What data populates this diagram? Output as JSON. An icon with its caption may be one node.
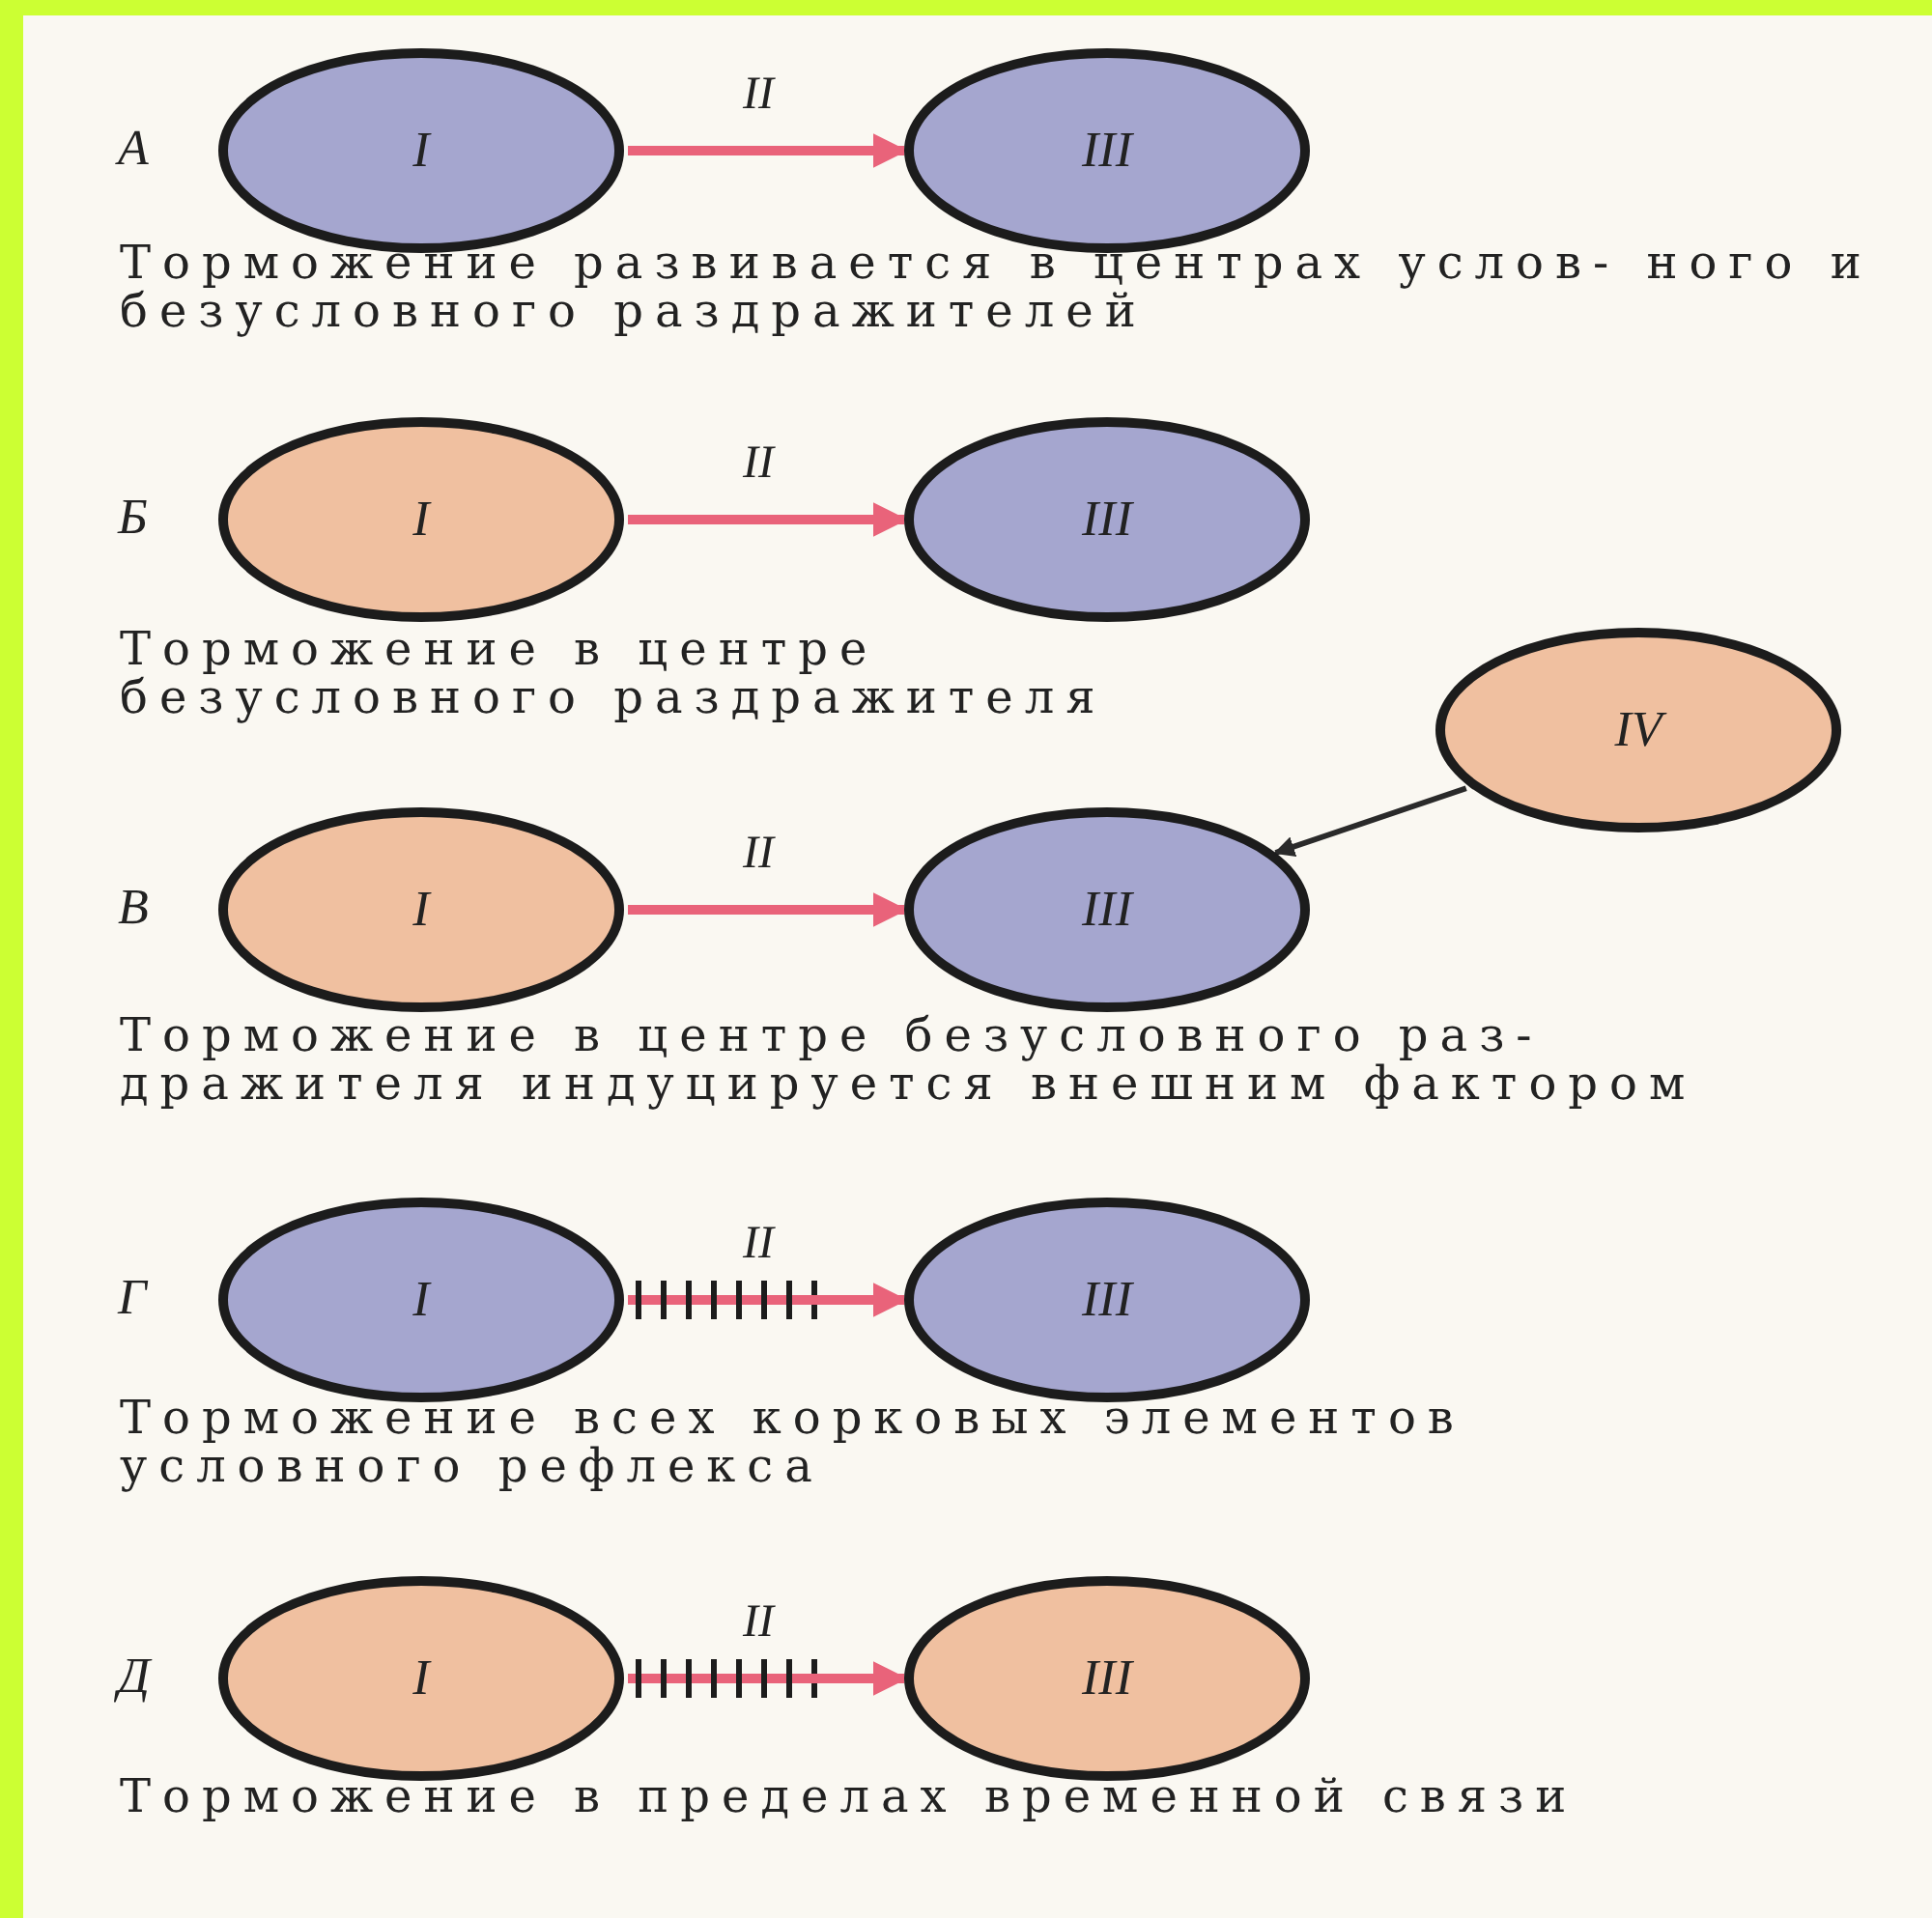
{
  "diagram": {
    "nodes": [
      {
        "text": [
          "I"
        ],
        "beside": [
          "А"
        ]
      },
      {
        "text": [
          "III"
        ]
      },
      {
        "text": [
          "I"
        ],
        "beside": [
          "Б"
        ]
      },
      {
        "text": [
          "III"
        ]
      },
      {
        "text": [
          "IV"
        ]
      },
      {
        "text": [
          "I"
        ],
        "beside": [
          "В"
        ]
      },
      {
        "text": [
          "III"
        ]
      },
      {
        "text": [
          "I"
        ],
        "beside": [
          "Г"
        ]
      },
      {
        "text": [
          "III"
        ]
      },
      {
        "text": [
          "I"
        ],
        "beside": [
          "Д"
        ]
      },
      {
        "text": [
          "III"
        ]
      }
    ],
    "edges": [
      {
        "from": 0,
        "to": 1,
        "arrow": "to",
        "label": "II"
      },
      {
        "from": 2,
        "to": 3,
        "arrow": "to",
        "label": "II"
      },
      {
        "from": 4,
        "to": 6,
        "arrow": "to",
        "color": "#2a2a2a"
      },
      {
        "from": 5,
        "to": 6,
        "arrow": "to",
        "label": "II"
      },
      {
        "from": 7,
        "to": 8,
        "arrow": "to",
        "label": "II",
        "style": "dashed"
      },
      {
        "from": 9,
        "to": 10,
        "arrow": "to",
        "label": "II",
        "style": "dashed"
      }
    ],
    "labels": [
      "Торможение развивается в центрах услов- ного и безусловного раздражителей",
      "Торможение в центре безусловного раздражителя",
      "Торможение в центре безусловного раз- дражителя индуцируется внешним фактором",
      "Торможение всех корковых элементов условного рефлекса",
      "Торможение в пределах временной связи"
    ]
  }
}
